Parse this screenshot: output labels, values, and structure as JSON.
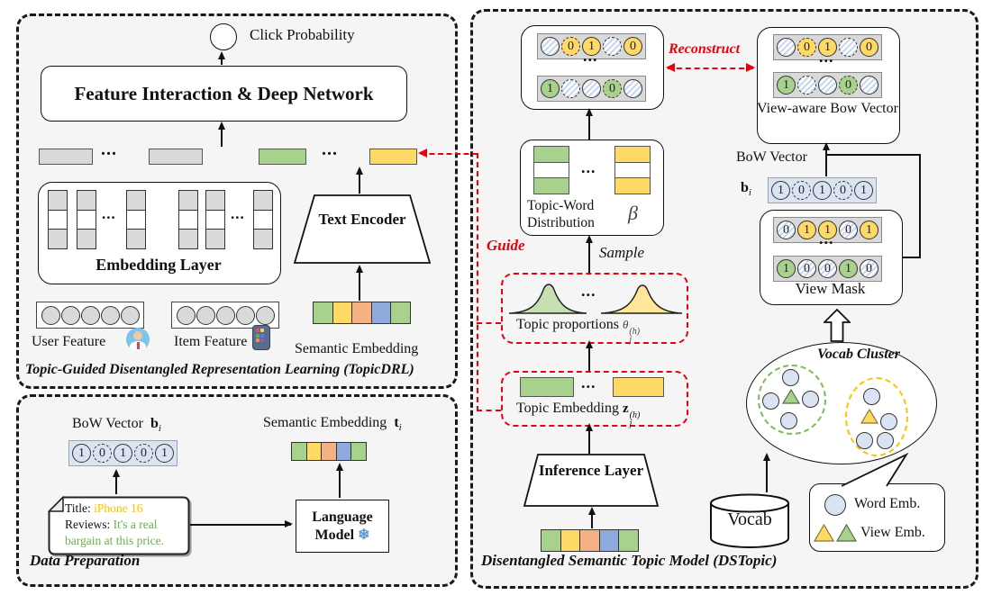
{
  "colors": {
    "green": "#A9D18E",
    "lightgreen": "#C6E0B4",
    "yellow": "#FFD966",
    "lightyellow": "#FFE699",
    "orange": "#F4B183",
    "blue": "#8FAADC",
    "lightblue": "#DAE3F3",
    "gray": "#D9D9D9",
    "red": "#E8000D",
    "snowblue": "#5B9BD5",
    "titleorange": "#FFC000",
    "reviewgreen": "#6DAE4F"
  },
  "topicdrl": {
    "caption": "Topic-Guided Disentangled Representation Learning (TopicDRL)",
    "click_probability": "Click Probability",
    "network_label": "Feature Interaction & Deep Network",
    "embedding_layer": "Embedding Layer",
    "user_feature": "User Feature",
    "item_feature": "Item Feature",
    "text_encoder": "Text Encoder",
    "semantic_embedding": "Semantic Embedding",
    "dots": "..."
  },
  "dataprep": {
    "caption": "Data Preparation",
    "bow_label": "BoW  Vector",
    "b_sym": "b",
    "idx": "i",
    "semantic_label": "Semantic Embedding",
    "t_sym": "t",
    "language_model": "Language Model",
    "snowflake": "❄",
    "note": {
      "title_label": "Title:",
      "title_value": "iPhone 16",
      "reviews_label": "Reviews:",
      "reviews_value": "It's a real",
      "reviews_value2": "bargain at this price."
    }
  },
  "dstopic": {
    "caption": "Disentangled Semantic Topic Model (DSTopic)",
    "reconstruct": "Reconstruct",
    "guide": "Guide",
    "sample": "Sample",
    "topic_word": "Topic-Word Distribution",
    "beta": "β",
    "proportions": "Topic proportions",
    "theta": "θ",
    "sup": "(h)",
    "sub": "j",
    "embedding": "Topic  Embedding",
    "z_sym": "z",
    "inference": "Inference Layer",
    "vocab": "Vocab",
    "vocab_cluster": "Vocab Cluster",
    "view_mask": "View Mask",
    "bow_label": "BoW  Vector",
    "b_sym": "b",
    "idx": "i",
    "view_aware": "View-aware Bow Vector",
    "word_emb": "Word Emb.",
    "view_emb": "View Emb.",
    "dots": "..."
  },
  "vectors": {
    "recon_row1": [
      {
        "f": "h",
        "v": ""
      },
      {
        "f": "y",
        "v": "0",
        "d": 1
      },
      {
        "f": "y",
        "v": "1"
      },
      {
        "f": "h",
        "v": "",
        "d": 1
      },
      {
        "f": "y",
        "v": "0"
      }
    ],
    "recon_row2": [
      {
        "f": "g",
        "v": "1"
      },
      {
        "f": "h",
        "v": "",
        "d": 1
      },
      {
        "f": "h",
        "v": ""
      },
      {
        "f": "g",
        "v": "0",
        "d": 1
      },
      {
        "f": "h",
        "v": ""
      }
    ],
    "mask_row1": [
      {
        "f": "h",
        "v": "0"
      },
      {
        "f": "y",
        "v": "1"
      },
      {
        "f": "y",
        "v": "1"
      },
      {
        "f": "h",
        "v": "0"
      },
      {
        "f": "y",
        "v": "1"
      }
    ],
    "mask_row2": [
      {
        "f": "g",
        "v": "1"
      },
      {
        "f": "h",
        "v": "0"
      },
      {
        "f": "h",
        "v": "0"
      },
      {
        "f": "g",
        "v": "1"
      },
      {
        "f": "h",
        "v": "0"
      }
    ],
    "bow": [
      {
        "f": "b",
        "v": "1"
      },
      {
        "f": "b",
        "v": "0",
        "d": 1
      },
      {
        "f": "b",
        "v": "1"
      },
      {
        "f": "b",
        "v": "0",
        "d": 1
      },
      {
        "f": "b",
        "v": "1"
      }
    ]
  },
  "cells": {
    "semantic": [
      "green",
      "yellow",
      "orange",
      "blue",
      "green"
    ],
    "emb_col": [
      "gray",
      "white",
      "gray"
    ],
    "tw_green": [
      "green",
      "white",
      "green"
    ],
    "tw_yellow": [
      "yellow",
      "white",
      "yellow"
    ]
  }
}
